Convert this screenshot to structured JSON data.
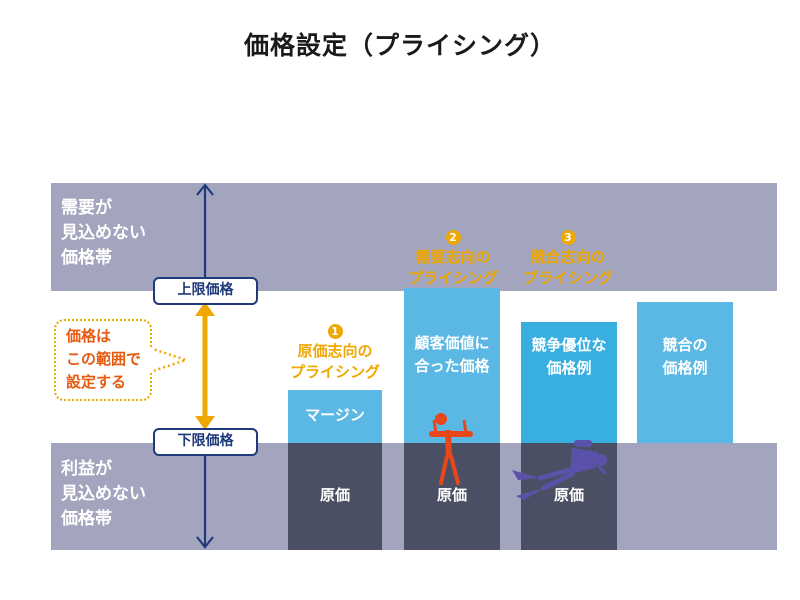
{
  "title": "価格設定（プライシング）",
  "bands": {
    "top_label": [
      "需要が",
      "見込めない",
      "価格帯"
    ],
    "bottom_label": [
      "利益が",
      "見込めない",
      "価格帯"
    ]
  },
  "limits": {
    "upper": "上限価格",
    "lower": "下限価格"
  },
  "callout": [
    "価格は",
    "この範囲で",
    "設定する"
  ],
  "columns": [
    {
      "num": "1",
      "heading": [
        "原価志向の",
        "プライシング"
      ],
      "bar_label": [
        "マージン"
      ],
      "cost_label": "原価"
    },
    {
      "num": "2",
      "heading": [
        "需要志向の",
        "プライシング"
      ],
      "bar_label": [
        "顧客価値に",
        "合った価格"
      ],
      "cost_label": "原価"
    },
    {
      "num": "3",
      "heading": [
        "競合志向の",
        "プライシング"
      ],
      "bar_label": [
        "競争優位な",
        "価格例"
      ],
      "cost_label": "原価"
    },
    {
      "bar_label": [
        "競合の",
        "価格例"
      ]
    }
  ],
  "colors": {
    "band": "#a3a4bd",
    "bar_light": "#5bb8e4",
    "bar_mid": "#38afe0",
    "cost": "#4b4f63",
    "accent": "#f0a800",
    "navy": "#1f3a7a",
    "orange_text": "#e65a10"
  }
}
